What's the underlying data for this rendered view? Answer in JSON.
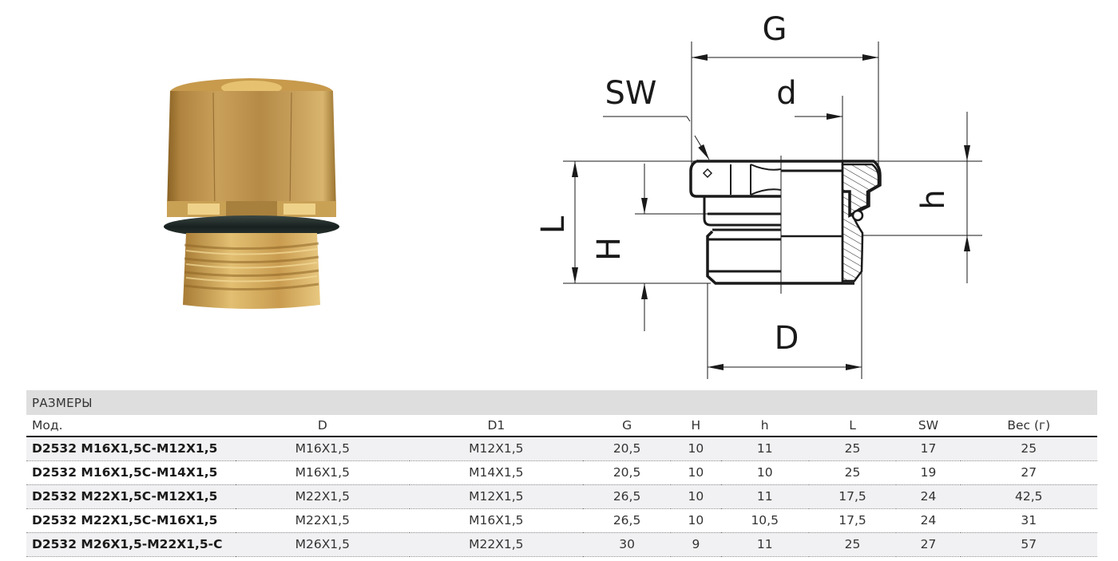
{
  "photo": {
    "alt": "Brass adapter fitting D2532 with black O-ring",
    "icon": "brass-fitting-photo"
  },
  "drawing": {
    "labels": {
      "G": "G",
      "SW": "SW",
      "d": "d",
      "h": "h",
      "L": "L",
      "H": "H",
      "D": "D"
    }
  },
  "table": {
    "section_title": "РАЗМЕРЫ",
    "columns": [
      "Мод.",
      "D",
      "D1",
      "G",
      "H",
      "h",
      "L",
      "SW",
      "Вес (г)"
    ],
    "rows": [
      [
        "D2532 M16X1,5C-M12X1,5",
        "M16X1,5",
        "M12X1,5",
        "20,5",
        "10",
        "11",
        "25",
        "17",
        "25"
      ],
      [
        "D2532 M16X1,5C-M14X1,5",
        "M16X1,5",
        "M14X1,5",
        "20,5",
        "10",
        "10",
        "25",
        "19",
        "27"
      ],
      [
        "D2532 M22X1,5C-M12X1,5",
        "M22X1,5",
        "M12X1,5",
        "26,5",
        "10",
        "11",
        "17,5",
        "24",
        "42,5"
      ],
      [
        "D2532 M22X1,5C-M16X1,5",
        "M22X1,5",
        "M16X1,5",
        "26,5",
        "10",
        "10,5",
        "17,5",
        "24",
        "31"
      ],
      [
        "D2532 M26X1,5-M22X1,5-C",
        "M26X1,5",
        "M22X1,5",
        "30",
        "9",
        "11",
        "25",
        "27",
        "57"
      ]
    ]
  },
  "colors": {
    "section_bg": "#dedede",
    "row_alt_bg": "#f1f1f3",
    "brass": "#c9a35a",
    "oring": "#1e2a28"
  }
}
